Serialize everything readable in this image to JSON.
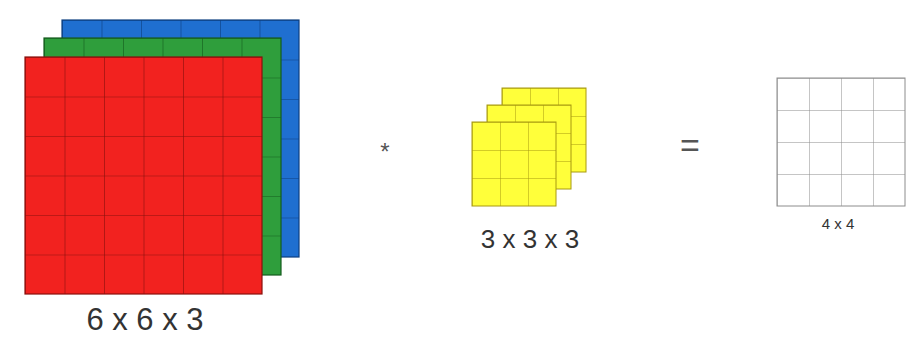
{
  "diagram": {
    "labels": [
      "6 x 6 x 3",
      "*",
      "3 x 3 x 3",
      "=",
      "4 x 4"
    ]
  }
}
